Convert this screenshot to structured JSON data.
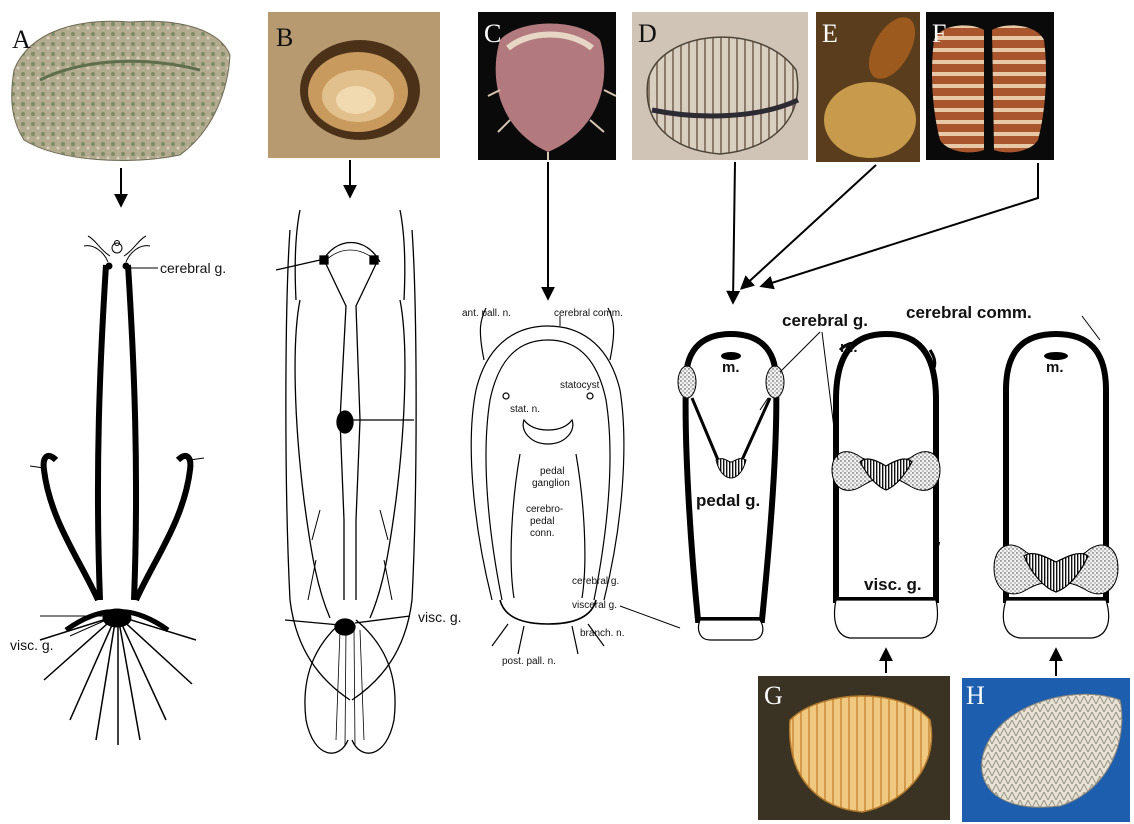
{
  "panels": {
    "A": "A",
    "B": "B",
    "C": "C",
    "D": "D",
    "E": "E",
    "F": "F",
    "G": "G",
    "H": "H"
  },
  "labels_A": {
    "cerebral": "cerebral g.",
    "visceral": "visc. g."
  },
  "labels_B": {
    "visceral": "visc. g."
  },
  "labels_C": {
    "ant_pall": "ant. pall. n.",
    "cerebral_comm": "cerebral comm.",
    "statocyst": "statocyst",
    "stat_n": "stat. n.",
    "pedal_1": "pedal",
    "pedal_2": "ganglion",
    "cp_1": "cerebro-",
    "cp_2": "pedal",
    "cp_3": "conn.",
    "cerebral_g": "cerebral g.",
    "visceral_g": "visceral g.",
    "branch": "branch. n.",
    "post_pall": "post. pall. n."
  },
  "labels_right": {
    "cerebral_g": "cerebral g.",
    "cerebral_comm": "cerebral comm.",
    "m1": "m.",
    "m2": "m.",
    "m3": "m.",
    "pedal": "pedal g.",
    "visc": "visc. g."
  },
  "colors": {
    "photo_A": "#a9a488",
    "photo_B": "#b89a70",
    "photo_C": "#0a0a0a",
    "photo_D": "#c8bcae",
    "photo_E": "#6b4a24",
    "photo_F": "#0a0a0a",
    "photo_G": "#3a3222",
    "photo_H": "#1d5fae",
    "ink": "#000000"
  }
}
